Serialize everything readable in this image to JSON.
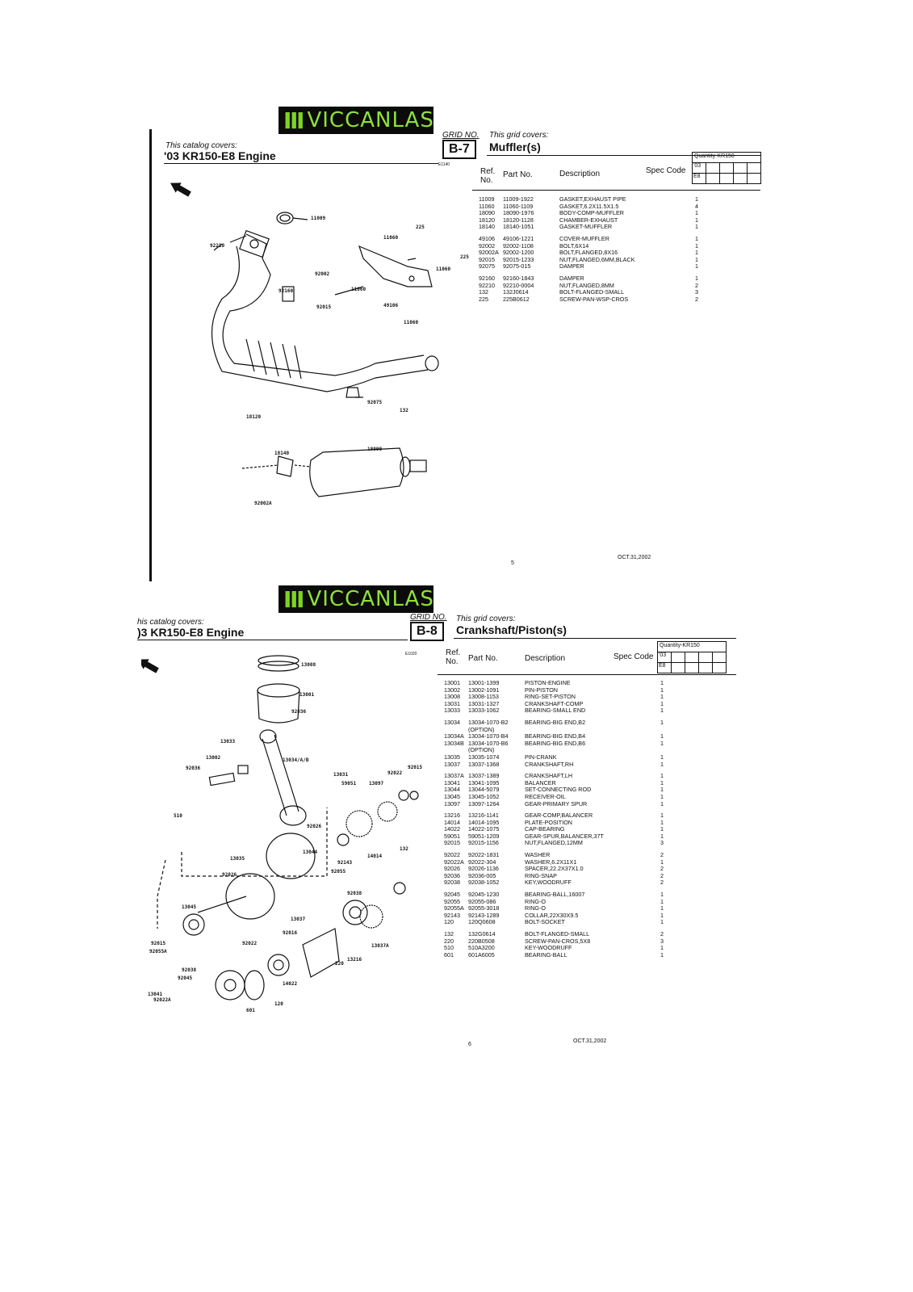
{
  "brand": {
    "logo_text": "VICCANLAS"
  },
  "pages": [
    {
      "covers_label": "This catalog covers:",
      "covers_title": "'03 KR150-E8 Engine",
      "grid_no_label": "GRID NO.",
      "grid_no": "B-7",
      "grid_covers_label": "This grid covers:",
      "grid_title": "Muffler(s)",
      "small_code": "E1140",
      "table_headers": {
        "ref": "Ref. No.",
        "part": "Part No.",
        "desc": "Description",
        "spec": "Spec Code",
        "qty": "Quantity-KR150",
        "year": "'03",
        "model": "E8"
      },
      "parts": [
        [
          "11009",
          "11009-1922",
          "GASKET,EXHAUST PIPE",
          "1"
        ],
        [
          "11060",
          "11060-1109",
          "GASKET,6.2X11.5X1.5",
          "4"
        ],
        [
          "18090",
          "18090-1976",
          "BODY-COMP-MUFFLER",
          "1"
        ],
        [
          "18120",
          "18120-1128",
          "CHAMBER-EXHAUST",
          "1"
        ],
        [
          "18140",
          "18140-1051",
          "GASKET-MUFFLER",
          "1"
        ],
        null,
        [
          "49106",
          "49106-1221",
          "COVER-MUFFLER",
          "1"
        ],
        [
          "92002",
          "92002-1108",
          "BOLT,6X14",
          "1"
        ],
        [
          "92002A",
          "92002-1200",
          "BOLT,FLANGED,8X16",
          "1"
        ],
        [
          "92015",
          "92015-1233",
          "NUT,FLANGED,6MM,BLACK",
          "1"
        ],
        [
          "92075",
          "92075-015",
          "DAMPER",
          "1"
        ],
        null,
        [
          "92160",
          "92160-1843",
          "DAMPER",
          "1"
        ],
        [
          "92210",
          "92210-0004",
          "NUT,FLANGED,8MM",
          "2"
        ],
        [
          "132",
          "132J0614",
          "BOLT-FLANGED-SMALL",
          "3"
        ],
        [
          "225",
          "225B0612",
          "SCREW-PAN-WSP-CROS",
          "2"
        ]
      ],
      "callouts": [
        "11009",
        "92210",
        "11060",
        "225",
        "225",
        "11060",
        "92002",
        "92160",
        "92015",
        "11060",
        "49106",
        "11060",
        "18120",
        "92075",
        "132",
        "18140",
        "18090",
        "92002A"
      ],
      "page_number": "5",
      "date": "OCT.31,2002"
    },
    {
      "covers_label": "his catalog covers:",
      "covers_title": ")3 KR150-E8 Engine",
      "grid_no_label": "GRID NO.",
      "grid_no": "B-8",
      "grid_covers_label": "This grid covers:",
      "grid_title": "Crankshaft/Piston(s)",
      "small_code": "E1020",
      "table_headers": {
        "ref": "Ref. No.",
        "part": "Part No.",
        "desc": "Description",
        "spec": "Spec Code",
        "qty": "Quantity-KR150",
        "year": "'03",
        "model": "E8"
      },
      "parts": [
        [
          "13001",
          "13001-1399",
          "PISTON-ENGINE",
          "1"
        ],
        [
          "13002",
          "13002-1091",
          "PIN-PISTON",
          "1"
        ],
        [
          "13008",
          "13008-1153",
          "RING-SET-PISTON",
          "1"
        ],
        [
          "13031",
          "13031-1327",
          "CRANKSHAFT-COMP",
          "1"
        ],
        [
          "13033",
          "13033-1062",
          "BEARING-SMALL END",
          "1"
        ],
        null,
        [
          "13034",
          "13034-1070-B2",
          "BEARING-BIG END,B2",
          "1"
        ],
        [
          "",
          "(OPTION)",
          "",
          ""
        ],
        [
          "13034A",
          "13034-1070-B4",
          "BEARING-BIG END,B4",
          "1"
        ],
        [
          "13034B",
          "13034-1070-B6",
          "BEARING-BIG END,B6",
          "1"
        ],
        [
          "",
          "(OPTION)",
          "",
          ""
        ],
        [
          "13035",
          "13035-1074",
          "PIN-CRANK",
          "1"
        ],
        [
          "13037",
          "13037-1368",
          "CRANKSHAFT,RH",
          "1"
        ],
        null,
        [
          "13037A",
          "13037-1389",
          "CRANKSHAFT,LH",
          "1"
        ],
        [
          "13041",
          "13041-1095",
          "BALANCER",
          "1"
        ],
        [
          "13044",
          "13044-5079",
          "SET-CONNECTING ROD",
          "1"
        ],
        [
          "13045",
          "13045-1052",
          "RECEIVER-OIL",
          "1"
        ],
        [
          "13097",
          "13097-1264",
          "GEAR-PRIMARY SPUR",
          "1"
        ],
        null,
        [
          "13216",
          "13216-1141",
          "GEAR-COMP,BALANCER",
          "1"
        ],
        [
          "14014",
          "14014-1095",
          "PLATE-POSITION",
          "1"
        ],
        [
          "14022",
          "14022-1075",
          "CAP-BEARING",
          "1"
        ],
        [
          "59051",
          "59051-1209",
          "GEAR-SPUR,BALANCER,37T",
          "1"
        ],
        [
          "92015",
          "92015-1156",
          "NUT,FLANGED,12MM",
          "3"
        ],
        null,
        [
          "92022",
          "92022-1831",
          "WASHER",
          "2"
        ],
        [
          "92022A",
          "92022-304",
          "WASHER,6.2X11X1",
          "1"
        ],
        [
          "92026",
          "92026-1136",
          "SPACER,22.2X37X1.0",
          "2"
        ],
        [
          "92036",
          "92036-005",
          "RING-SNAP",
          "2"
        ],
        [
          "92038",
          "92038-1052",
          "KEY,WOODRUFF",
          "2"
        ],
        null,
        [
          "92045",
          "92045-1230",
          "BEARING-BALL,16007",
          "1"
        ],
        [
          "92055",
          "92055-086",
          "RING-O",
          "1"
        ],
        [
          "92055A",
          "92055-3018",
          "RING-O",
          "1"
        ],
        [
          "92143",
          "92143-1289",
          "COLLAR,22X30X9.5",
          "1"
        ],
        [
          "120",
          "120Q0608",
          "BOLT-SOCKET",
          "1"
        ],
        null,
        [
          "132",
          "132G0614",
          "BOLT-FLANGED-SMALL",
          "2"
        ],
        [
          "220",
          "220B0508",
          "SCREW-PAN-CROS,5X8",
          "3"
        ],
        [
          "510",
          "510A3200",
          "KEY-WOODRUFF",
          "1"
        ],
        [
          "601",
          "601A6005",
          "BEARING-BALL",
          "1"
        ]
      ],
      "callouts": [
        "13008",
        "13001",
        "92036",
        "13033",
        "13002",
        "92036",
        "13034/A/B",
        "13031",
        "59051",
        "13097",
        "92022",
        "92015",
        "510",
        "92026",
        "13044",
        "92143",
        "92055",
        "14014",
        "132",
        "92026",
        "13035",
        "13045",
        "92038",
        "13037",
        "92015",
        "92022",
        "92016",
        "13037A",
        "92038",
        "13216",
        "220",
        "92045",
        "14022",
        "13041",
        "92022A",
        "120",
        "601",
        "92055A"
      ],
      "page_number": "6",
      "date": "OCT.31,2002"
    }
  ]
}
